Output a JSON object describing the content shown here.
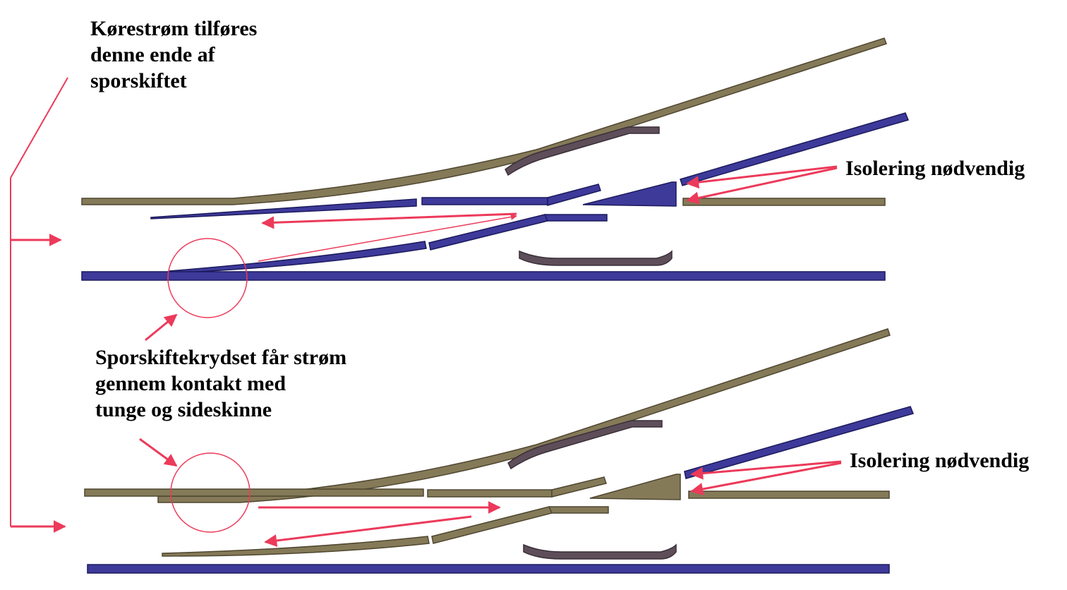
{
  "labels": {
    "feed_note": [
      "Kørestrøm tilføres",
      "denne ende af",
      "sporskiftet"
    ],
    "frog_note": [
      "Sporskiftekrydset får strøm",
      "gennem kontakt med",
      "tunge og sideskinne"
    ],
    "isolation_top": "Isolering nødvendig",
    "isolation_bottom": "Isolering nødvendig"
  },
  "colors": {
    "olive_rail": "#857a58",
    "olive_edge": "#4f4630",
    "blue_rail": "#3d3a9a",
    "blue_edge": "#1c1a5c",
    "guard_rail": "#5e4e5a",
    "arrow_red": "#ec3a5a",
    "background": "#ffffff"
  }
}
